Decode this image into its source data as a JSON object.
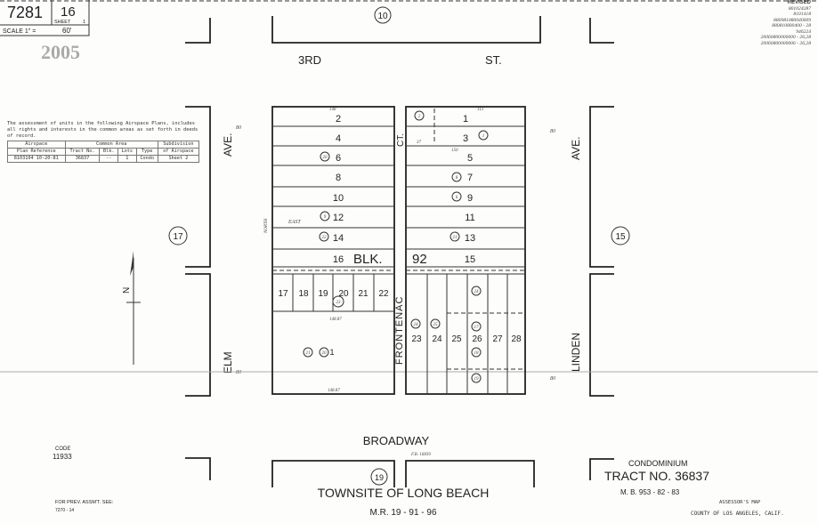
{
  "header": {
    "book": "7281",
    "page": "16",
    "sheet_label": "SHEET",
    "sheet_no": "1",
    "scale_label": "SCALE 1\" =",
    "scale_value": "60'",
    "year_stamp": "2005"
  },
  "revised": {
    "title": "REVISED",
    "entries": [
      "801024287",
      "8101418",
      "880981080040009",
      "880810800400 - 28",
      "946224",
      "20060800000000 - 26,28",
      "20060800000006 - 26,28"
    ]
  },
  "note": {
    "text": "The assessment of units in the following Airspace Plans, includes all rights and interests in the common areas as set forth in deeds of record.",
    "header1": [
      "Airspace",
      "Common Area",
      "Subdivision"
    ],
    "header2": [
      "Plan Reference",
      "Tract No.",
      "Blk.",
      "Lots",
      "Type",
      "of Airspace"
    ],
    "row": [
      "8103104  10-20-81",
      "36837",
      "--",
      "1",
      "Condo",
      "Sheet 2"
    ]
  },
  "streets": {
    "third_st_a": "3RD",
    "third_st_b": "ST.",
    "elm_a": "AVE.",
    "elm_b": "ELM",
    "linden_a": "AVE.",
    "linden_b": "LINDEN",
    "frontenac": "FRONTENAC",
    "ct": "CT.",
    "broadway": "BROADWAY",
    "north_alley": "NORTH",
    "east": "EAST"
  },
  "circles": {
    "top": "10",
    "left": "17",
    "right": "15",
    "bottom": "19"
  },
  "dims": {
    "d80": "80",
    "d148": "148",
    "d150": "150",
    "d113": "113",
    "d25": "25",
    "d37": "37",
    "d14887": "148.87",
    "fb": "F.B. 16839"
  },
  "block": {
    "label": "BLK.",
    "number": "92"
  },
  "lots_left": [
    "2",
    "4",
    "6",
    "8",
    "10",
    "12",
    "14",
    "16"
  ],
  "lots_right": [
    "1",
    "3",
    "5",
    "7",
    "9",
    "11",
    "13",
    "15"
  ],
  "lots_small": [
    "17",
    "18",
    "19",
    "20",
    "21",
    "22"
  ],
  "lots_bottom": [
    "23",
    "24",
    "25",
    "26",
    "27",
    "28"
  ],
  "parcels": {
    "p6": "20",
    "p12": "9",
    "p14": "22",
    "p2": "2",
    "p3": "1",
    "p7": "8",
    "p9": "6",
    "p13": "21",
    "p20": "23",
    "p_big_a": "21",
    "p_big_b": "20",
    "p23": "24",
    "p24": "25",
    "p26a": "24",
    "p26b": "17",
    "p26c": "18",
    "p26d": "19",
    "big_lot": "1"
  },
  "footer": {
    "code_label": "CODE",
    "code": "11933",
    "prev_label": "FOR PREV. ASSM'T. SEE:",
    "prev": "7270 - 14",
    "townsite": "TOWNSITE OF LONG BEACH",
    "mr": "M.R. 19 - 91 - 96",
    "condo": "CONDOMINIUM",
    "tract": "TRACT NO. 36837",
    "mb": "M. B. 953 - 82 - 83",
    "assessor": "ASSESSOR'S MAP",
    "county": "COUNTY OF LOS ANGELES, CALIF."
  }
}
